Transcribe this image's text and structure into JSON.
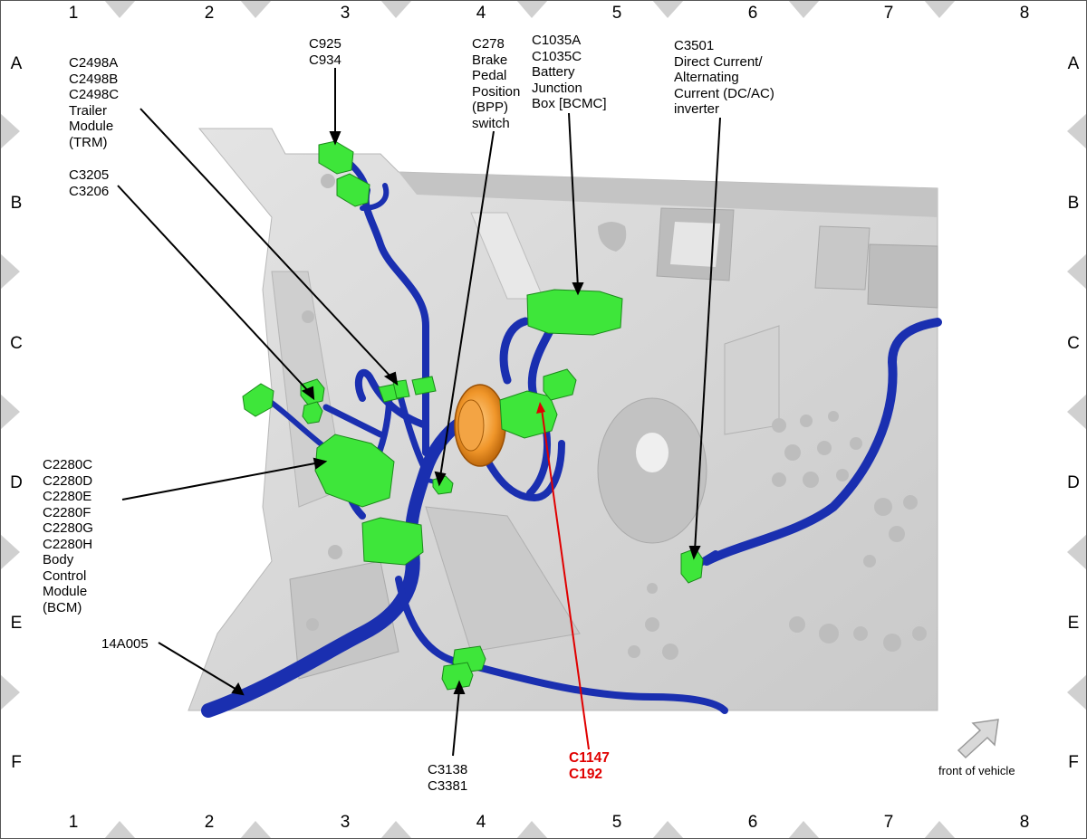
{
  "grid": {
    "columns": [
      "1",
      "2",
      "3",
      "4",
      "5",
      "6",
      "7",
      "8"
    ],
    "rows": [
      "A",
      "B",
      "C",
      "D",
      "E",
      "F"
    ]
  },
  "callouts": {
    "c925": "C925\nC934",
    "trm": "C2498A\nC2498B\nC2498C\nTrailer\nModule\n(TRM)",
    "c3205": "C3205\nC3206",
    "bpp": "C278\nBrake\nPedal\nPosition\n(BPP)\nswitch",
    "bjb": "C1035A\nC1035C\nBattery\nJunction\nBox [BCMC]",
    "inverter": "C3501\nDirect Current/\nAlternating\nCurrent (DC/AC)\ninverter",
    "bcm": "C2280C\nC2280D\nC2280E\nC2280F\nC2280G\nC2280H\nBody\nControl\nModule\n(BCM)",
    "harness": "14A005",
    "c3138": "C3138\nC3381",
    "c1147": "C1147\nC192"
  },
  "front_label": "front of vehicle",
  "colors": {
    "connector": "#3ee63a",
    "harness": "#1a2fb0",
    "grommet": "#e8901c",
    "highlight_leader": "#e00000",
    "panel": "#d6d6d6"
  }
}
